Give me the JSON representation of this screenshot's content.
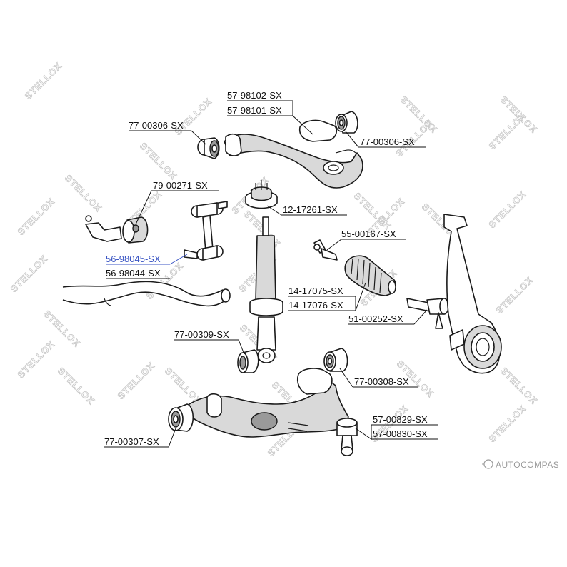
{
  "watermark": {
    "text": "STELLOX"
  },
  "brand": {
    "text": "AUTOCOMPAS"
  },
  "colors": {
    "highlight": "#3b56c4",
    "ink": "#111111",
    "watermark": "#c9c9c9"
  },
  "labels": {
    "p57_98102": "57-98102-SX",
    "p57_98101": "57-98101-SX",
    "p77_00306_left": "77-00306-SX",
    "p77_00306_right": "77-00306-SX",
    "p79_00271": "79-00271-SX",
    "p12_17261": "12-17261-SX",
    "p55_00167": "55-00167-SX",
    "p56_98045": "56-98045-SX",
    "p56_98044": "56-98044-SX",
    "p14_17075": "14-17075-SX",
    "p14_17076": "14-17076-SX",
    "p51_00252": "51-00252-SX",
    "p77_00309": "77-00309-SX",
    "p77_00308": "77-00308-SX",
    "p57_00829": "57-00829-SX",
    "p57_00830": "57-00830-SX",
    "p77_00307": "77-00307-SX"
  }
}
